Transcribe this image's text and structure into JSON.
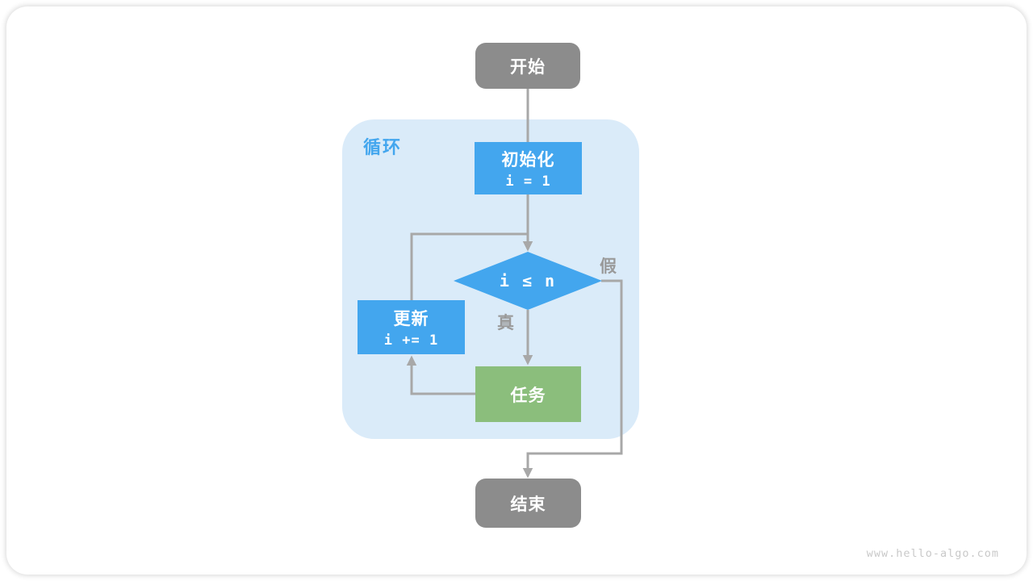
{
  "page": {
    "watermark": "www.hello-algo.com"
  },
  "flowchart": {
    "start": {
      "label": "开始"
    },
    "loop_region": {
      "label": "循环"
    },
    "init": {
      "title": "初始化",
      "code": "i = 1"
    },
    "condition": {
      "code": "i ≤ n"
    },
    "branch_true": {
      "label": "真"
    },
    "branch_false": {
      "label": "假"
    },
    "task": {
      "label": "任务"
    },
    "update": {
      "title": "更新",
      "code": "i += 1"
    },
    "end": {
      "label": "结束"
    },
    "colors": {
      "node_blue": "#43A6EE",
      "node_green": "#8BBE7C",
      "node_gray": "#8C8C8C",
      "region_bg": "#DAEBF9",
      "arrow_gray": "#A8A8A8",
      "label_gray": "#9A9A9A"
    }
  }
}
